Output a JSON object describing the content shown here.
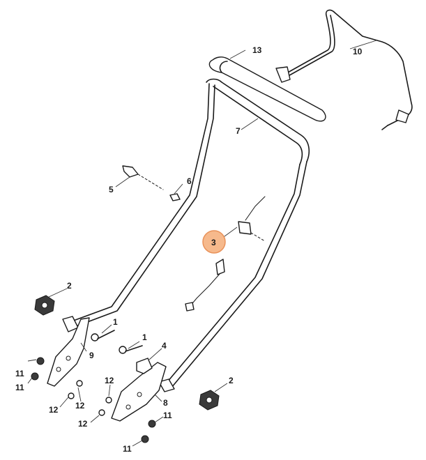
{
  "parts": [
    {
      "id": "1a",
      "label": "1"
    },
    {
      "id": "1b",
      "label": "1"
    },
    {
      "id": "2a",
      "label": "2"
    },
    {
      "id": "2b",
      "label": "2"
    },
    {
      "id": "3",
      "label": "3",
      "highlighted": true
    },
    {
      "id": "4",
      "label": "4"
    },
    {
      "id": "5",
      "label": "5"
    },
    {
      "id": "6",
      "label": "6"
    },
    {
      "id": "7",
      "label": "7"
    },
    {
      "id": "8",
      "label": "8"
    },
    {
      "id": "9",
      "label": "9"
    },
    {
      "id": "10",
      "label": "10"
    },
    {
      "id": "11a",
      "label": "11"
    },
    {
      "id": "11b",
      "label": "11"
    },
    {
      "id": "11c",
      "label": "11"
    },
    {
      "id": "11d",
      "label": "11"
    },
    {
      "id": "12a",
      "label": "12"
    },
    {
      "id": "12b",
      "label": "12"
    },
    {
      "id": "12c",
      "label": "12"
    },
    {
      "id": "12d",
      "label": "12"
    },
    {
      "id": "13",
      "label": "13"
    }
  ],
  "colors": {
    "highlight_fill": "#f6b98c",
    "highlight_stroke": "#e9925a",
    "line": "#1a1a1a"
  }
}
